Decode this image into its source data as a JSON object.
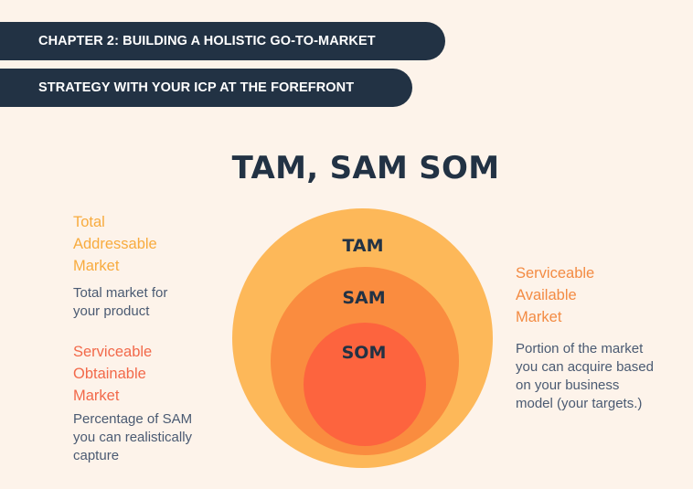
{
  "header": {
    "banner_line1": "CHAPTER 2: BUILDING A HOLISTIC GO-TO-MARKET",
    "banner_line2": "STRATEGY WITH YOUR ICP AT THE FOREFRONT"
  },
  "title": "TAM, SAM SOM",
  "diagram": {
    "type": "nested-circles",
    "circles": [
      {
        "label": "TAM",
        "color": "#fdb859"
      },
      {
        "label": "SAM",
        "color": "#fa8c3f"
      },
      {
        "label": "SOM",
        "color": "#fd643e"
      }
    ]
  },
  "definitions": {
    "tam": {
      "heading_lines": [
        "Total",
        "Addressable",
        "Market"
      ],
      "body_lines": [
        "Total market for",
        "your product"
      ],
      "color": "#f8ab3e"
    },
    "som": {
      "heading_lines": [
        "Serviceable",
        "Obtainable",
        "Market"
      ],
      "body_lines": [
        "Percentage of SAM",
        "you can realistically",
        "capture"
      ],
      "color": "#f2694a"
    },
    "sam": {
      "heading_lines": [
        "Serviceable",
        "Available",
        "Market"
      ],
      "body_lines": [
        "Portion of the market",
        "you can acquire based",
        "on your business",
        "model (your targets.)"
      ],
      "color": "#f38b43"
    }
  },
  "colors": {
    "background": "#fdf3ea",
    "navy": "#223244",
    "body_text": "#4a5a72"
  }
}
